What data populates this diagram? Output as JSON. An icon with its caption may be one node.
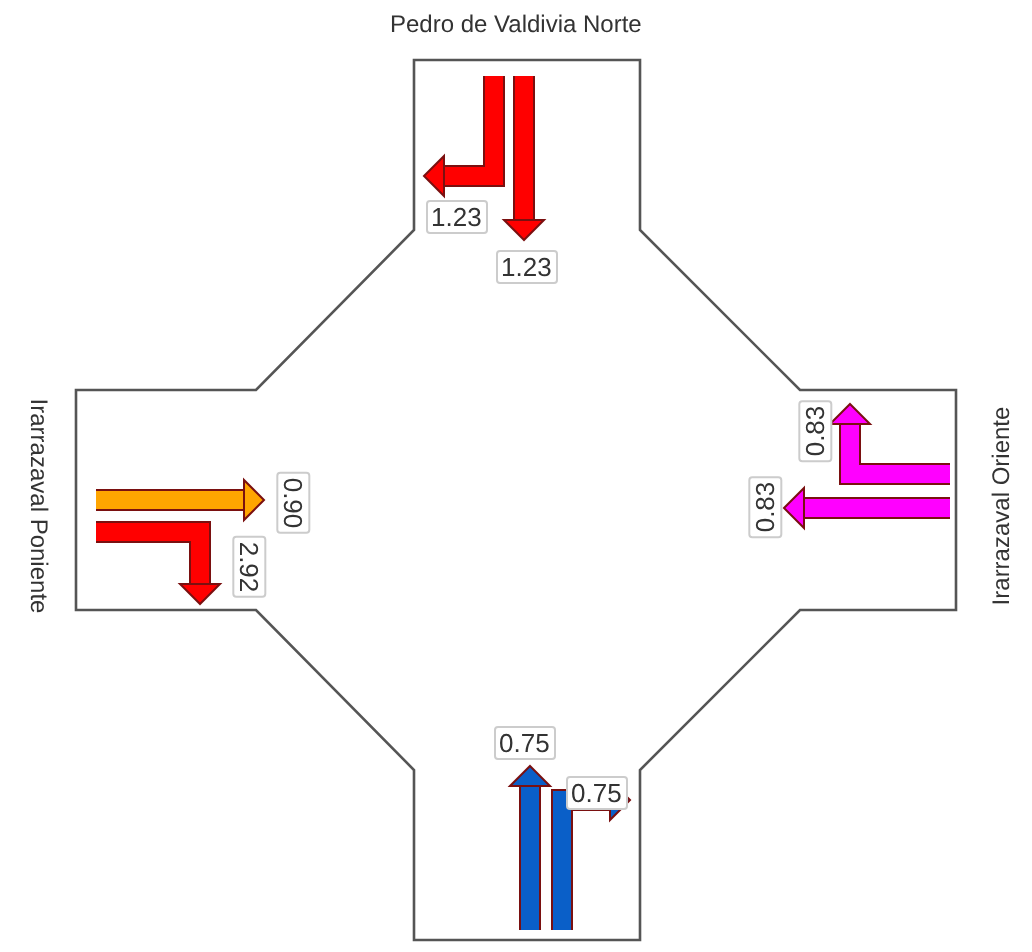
{
  "diagram": {
    "labels": [
      "Pedro de Valdivia Norte",
      "1.23",
      "1.23",
      "Irarrazaval Poniente",
      "0.83",
      "0.90",
      "0.83",
      "2.92",
      "Irarrazaval Oriente",
      "0.75",
      "0.75"
    ]
  }
}
